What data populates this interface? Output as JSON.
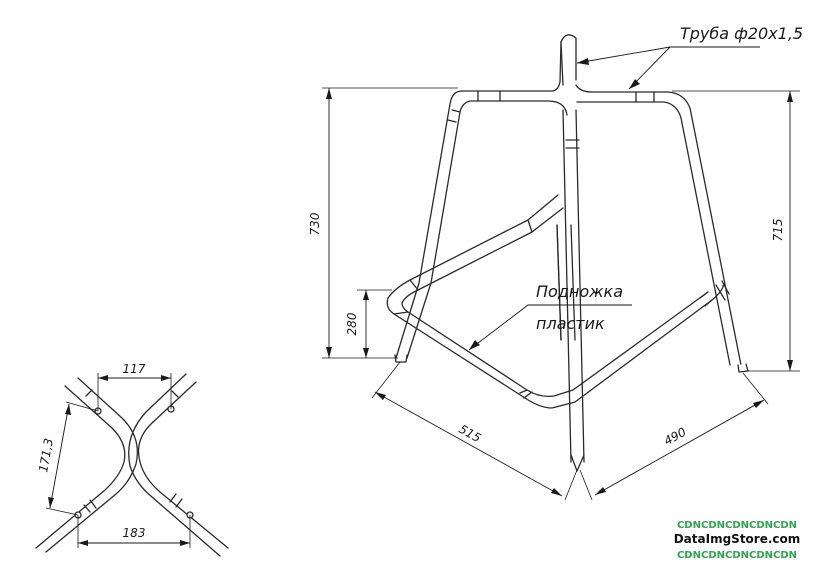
{
  "callouts": {
    "tube_spec": "Труба ф20х1,5",
    "footrest_line1": "Подножка",
    "footrest_line2": "пластик"
  },
  "dimensions": {
    "total_height": "730",
    "leg_height": "715",
    "footrest_height": "280",
    "base_front": "515",
    "base_side": "490",
    "detail_top": "117",
    "detail_bottom": "183",
    "detail_side": "171,3"
  },
  "watermark": {
    "line1": "CDNCDNCDNCDNCDN",
    "line2": "DataImgStore.com",
    "line3": "CDNCDNCDNCDNCDN"
  }
}
